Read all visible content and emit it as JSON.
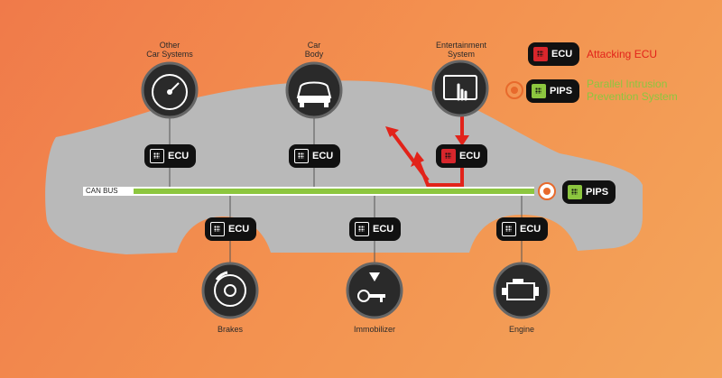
{
  "bus": {
    "label": "CAN BUS"
  },
  "nodes_top": [
    {
      "label": "Other\nCar Systems",
      "icon": "speedometer-icon",
      "ecu_label": "ECU"
    },
    {
      "label": "Car\nBody",
      "icon": "car-front-icon",
      "ecu_label": "ECU"
    },
    {
      "label": "Entertainment\nSystem",
      "icon": "tablet-touch-icon",
      "ecu_label": "ECU"
    }
  ],
  "nodes_bottom": [
    {
      "label": "Brakes",
      "icon": "brake-disc-icon",
      "ecu_label": "ECU"
    },
    {
      "label": "Immobilizer",
      "icon": "key-icon",
      "ecu_label": "ECU"
    },
    {
      "label": "Engine",
      "icon": "engine-icon",
      "ecu_label": "ECU"
    }
  ],
  "pips_badge": {
    "label": "PIPS"
  },
  "legend": {
    "attacking": {
      "badge": "ECU",
      "text": "Attacking ECU",
      "color": "#e2231a"
    },
    "pips": {
      "badge": "PIPS",
      "text": "Parallel Intrusion\nPrevention System",
      "color": "#8cc63f"
    }
  },
  "colors": {
    "bus": "#8cc63f",
    "attack": "#e2231a",
    "car": "#b9b9b9"
  }
}
